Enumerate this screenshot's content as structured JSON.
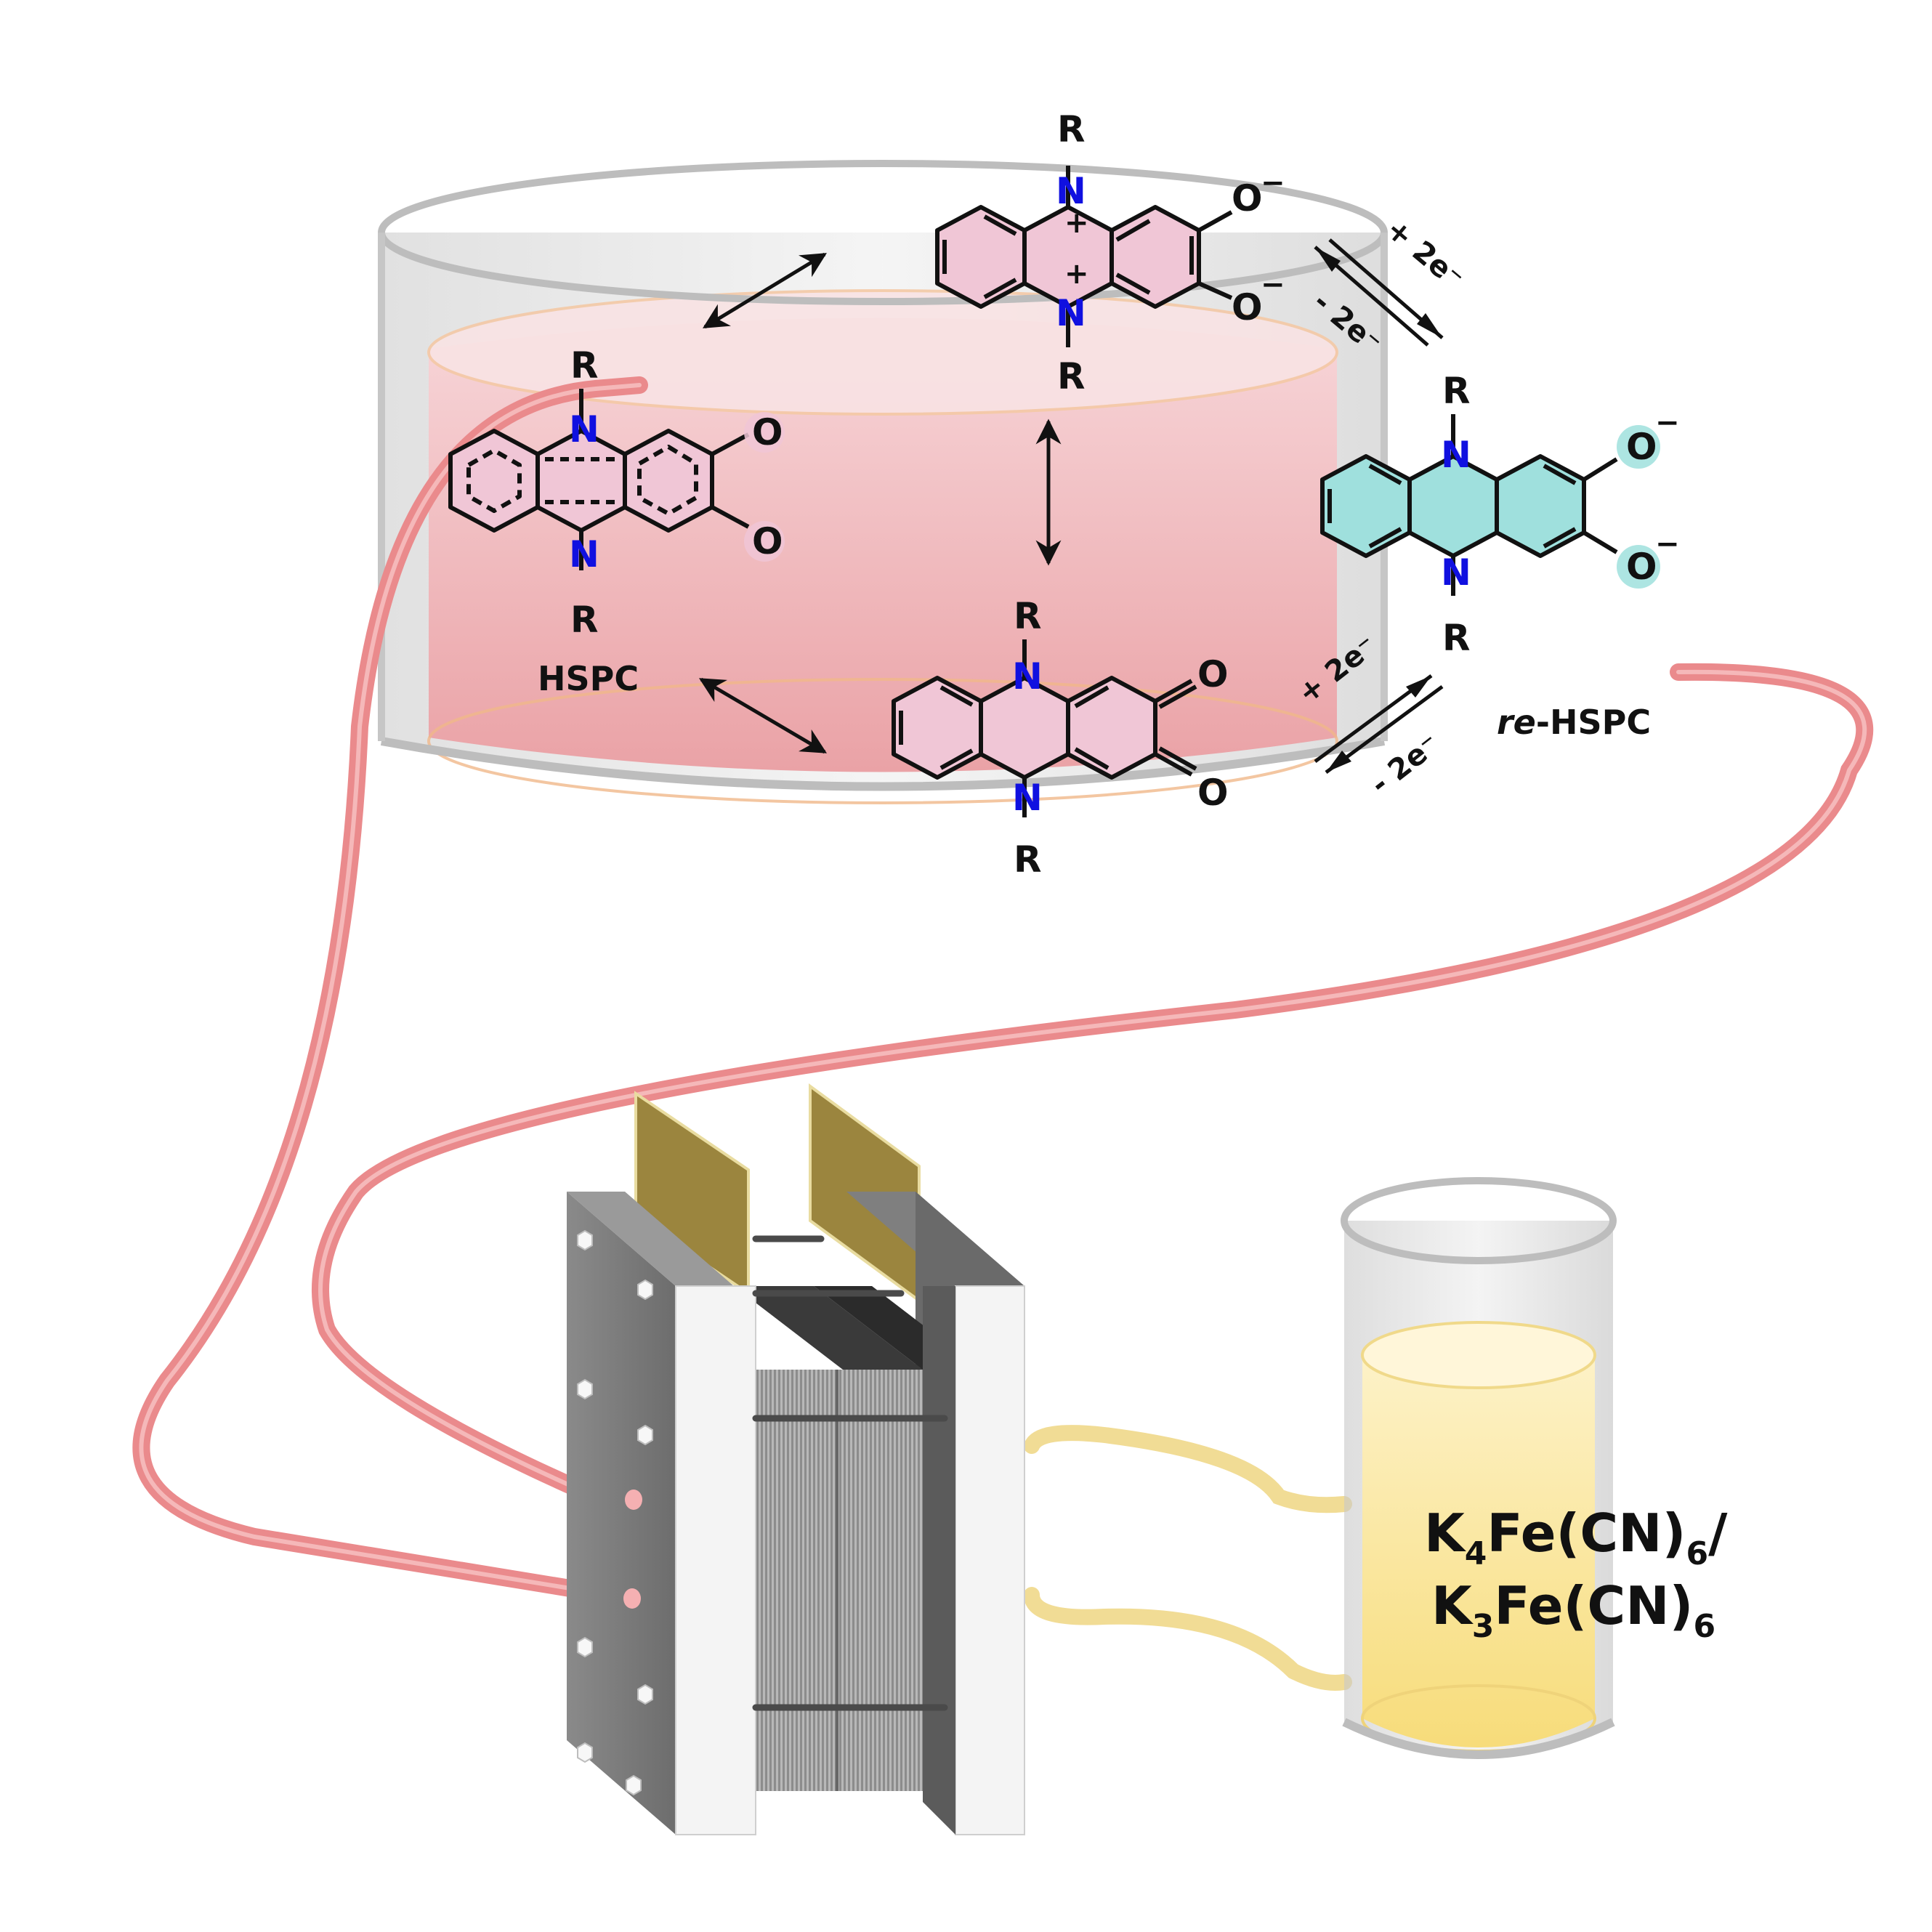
{
  "labels": {
    "hspc": "HSPC",
    "re_prefix": "re",
    "re_suffix": "-HSPC",
    "catholyte_line1_a": "K",
    "catholyte_line1_sub1": "4",
    "catholyte_line1_b": "Fe(CN)",
    "catholyte_line1_sub2": "6",
    "catholyte_line1_c": "/",
    "catholyte_line2_a": "K",
    "catholyte_line2_sub1": "3",
    "catholyte_line2_b": "Fe(CN)",
    "catholyte_line2_sub2": "6"
  },
  "electron_labels": {
    "top_reduce": "+ 2e⁻",
    "top_oxidize": "- 2e⁻",
    "bottom_reduce": "+ 2e⁻",
    "bottom_oxidize": "- 2e⁻"
  },
  "atoms": {
    "R": "R",
    "N": "N",
    "O": "O",
    "O_minus": "O",
    "minus": "−",
    "plus": "+"
  },
  "colors": {
    "nitrogen": "#1010e0",
    "oxidized_fill": "#f0c6d6",
    "reduced_fill": "#9fe0dd",
    "anolyte_tube": "#ea8a8c",
    "catholyte_tube": "#f3e3a2",
    "catholyte_liquid": "#fbe9a4",
    "electrode_plate": "#9b853e"
  }
}
